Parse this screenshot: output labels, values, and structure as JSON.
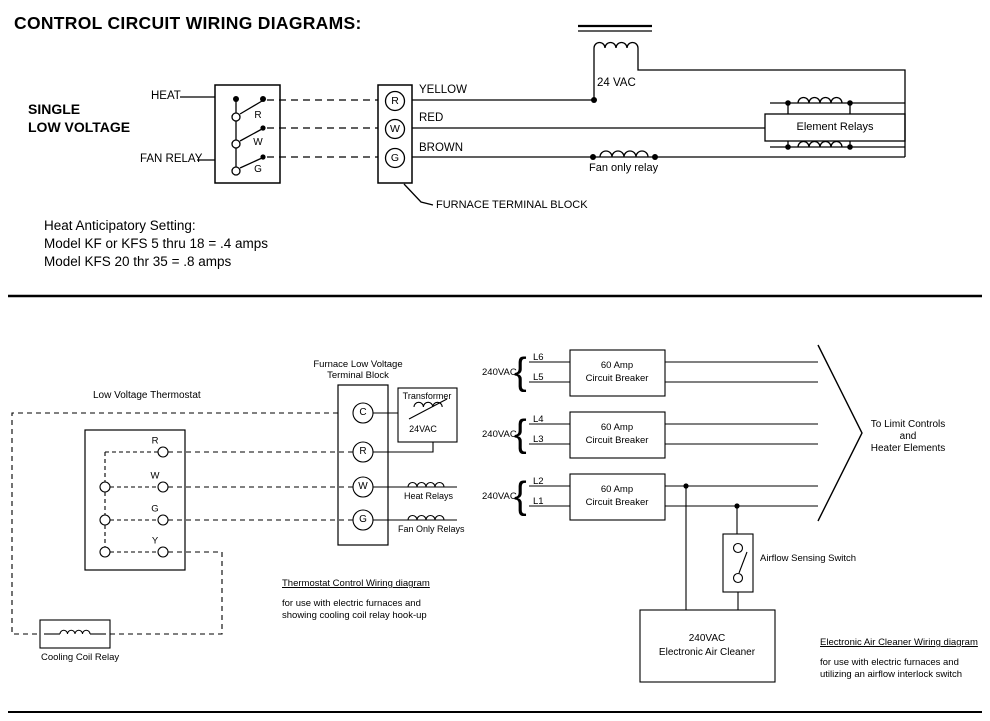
{
  "title": "CONTROL CIRCUIT WIRING DIAGRAMS:",
  "top": {
    "section_label_line1": "SINGLE",
    "section_label_line2": "LOW VOLTAGE",
    "heat_label": "HEAT",
    "fan_relay_label": "FAN RELAY",
    "thermostat_terminals": [
      "R",
      "W",
      "G"
    ],
    "furnace_terminals": [
      "R",
      "W",
      "G"
    ],
    "wire_labels": [
      "YELLOW",
      "RED",
      "BROWN"
    ],
    "transformer_label": "24 VAC",
    "element_relays_label": "Element Relays",
    "fan_only_relay_label": "Fan  only relay",
    "furnace_block_label": "FURNACE TERMINAL BLOCK",
    "anticipatory_line1": "Heat Anticipatory Setting:",
    "anticipatory_line2": "Model KF or KFS 5 thru 18 = .4 amps",
    "anticipatory_line3": "Model KFS 20 thr 35 = .8 amps"
  },
  "bottom": {
    "thermostat_title": "Low Voltage Thermostat",
    "furnace_block_label_line1": "Furnace Low Voltage",
    "furnace_block_label_line2": "Terminal Block",
    "transformer_label": "Transformer",
    "transformer_voltage": "24VAC",
    "furnace_terminals": [
      "C",
      "R",
      "W",
      "G"
    ],
    "thermostat_terminals": [
      "R",
      "W",
      "G",
      "Y"
    ],
    "heat_relays_label": "Heat Relays",
    "fan_only_relays_label": "Fan Only Relays",
    "brace": "{",
    "breakers": [
      {
        "voltage": "240VAC",
        "line_top": "L6",
        "line_bottom": "L5",
        "label_line1": "60 Amp",
        "label_line2": "Circuit Breaker"
      },
      {
        "voltage": "240VAC",
        "line_top": "L4",
        "line_bottom": "L3",
        "label_line1": "60 Amp",
        "label_line2": "Circuit Breaker"
      },
      {
        "voltage": "240VAC",
        "line_top": "L2",
        "line_bottom": "L1",
        "label_line1": "60 Amp",
        "label_line2": "Circuit Breaker"
      }
    ],
    "to_limit_line1": "To Limit Controls",
    "to_limit_line2": "and",
    "to_limit_line3": "Heater Elements",
    "airflow_switch_label": "Airflow Sensing Switch",
    "air_cleaner_line1": "240VAC",
    "air_cleaner_line2": "Electronic Air Cleaner",
    "cooling_coil_relay_label": "Cooling Coil Relay",
    "thermostat_caption_title": "Thermostat Control Wiring diagram",
    "thermostat_caption_line1": "for use with electric furnaces and",
    "thermostat_caption_line2": "showing cooling coil relay hook-up",
    "cleaner_caption_title": "Electronic Air Cleaner Wiring diagram",
    "cleaner_caption_line1": "for use with electric furnaces and",
    "cleaner_caption_line2": "utilizing an airflow interlock switch"
  }
}
